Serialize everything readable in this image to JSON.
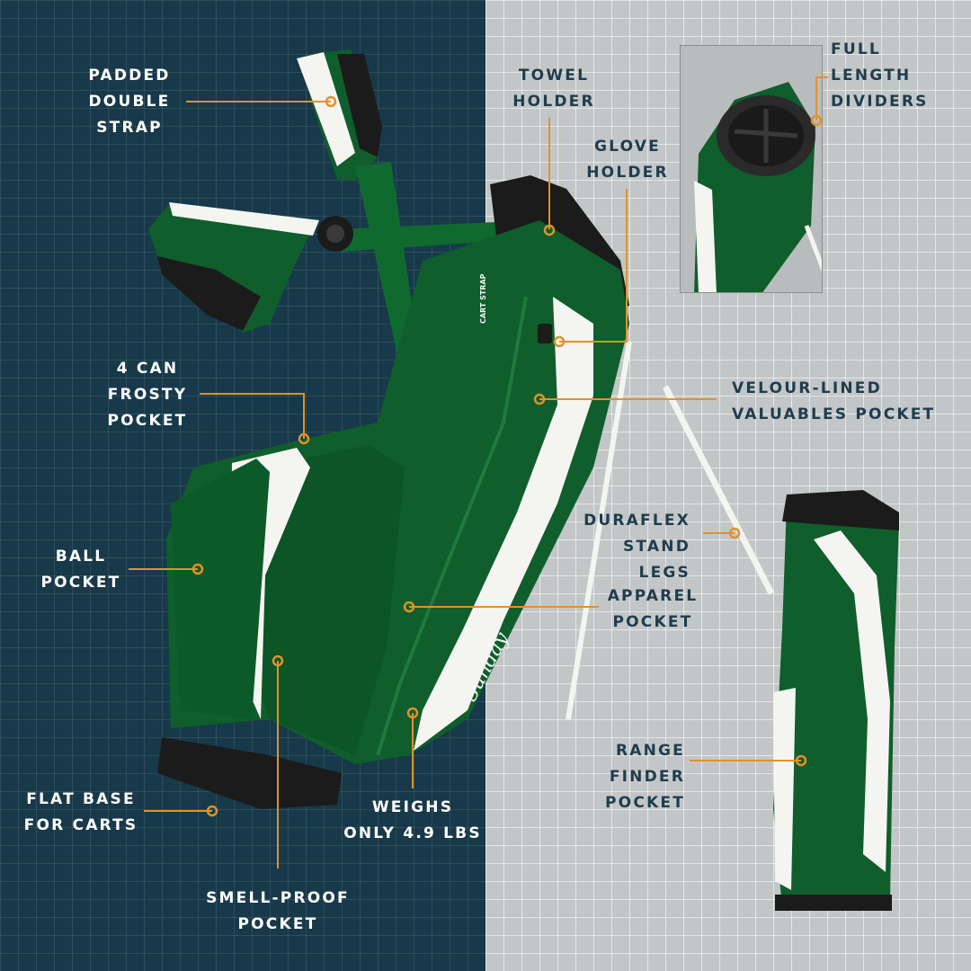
{
  "colors": {
    "left_panel": "#17394a",
    "right_panel": "#c3c6c7",
    "bag_green": "#0f5e2c",
    "bag_white": "#f4f4f1",
    "callout_orange": "#e0922a",
    "label_dark": "#1f3d4c"
  },
  "brand": "Sunday",
  "tags": {
    "cart_strap": "CART STRAP"
  },
  "labels": {
    "padded_double_strap": "PADDED\nDOUBLE\nSTRAP",
    "frosty_pocket": "4 CAN\nFROSTY\nPOCKET",
    "ball_pocket": "BALL\nPOCKET",
    "flat_base": "FLAT BASE\nFOR CARTS",
    "smell_proof": "SMELL-PROOF\nPOCKET",
    "weighs": "WEIGHS\nONLY 4.9 LBS",
    "towel_holder": "TOWEL\nHOLDER",
    "glove_holder": "GLOVE\nHOLDER",
    "full_length_dividers": "FULL\nLENGTH\nDIVIDERS",
    "velour_pocket": "VELOUR-LINED\nVALUABLES POCKET",
    "stand_legs": "DURAFLEX\nSTAND LEGS",
    "apparel_pocket": "APPAREL\nPOCKET",
    "range_finder": "RANGE FINDER\nPOCKET"
  }
}
